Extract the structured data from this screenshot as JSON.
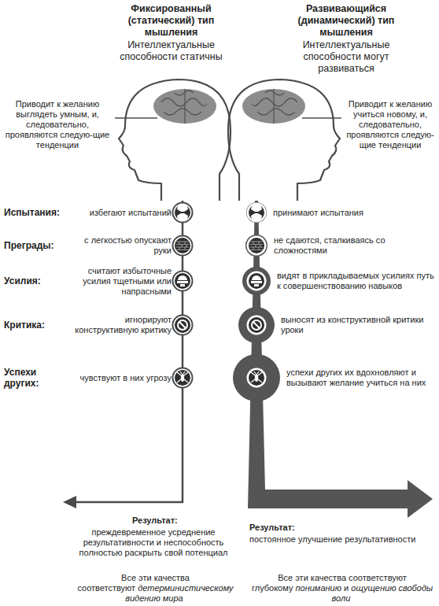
{
  "diagram": {
    "labels": [
      "Фиксированный (статический) тип мышления",
      "Интеллектуальные способности статичны",
      "Развивающийся (динамический) тип мышления",
      "Интеллектуальные способности могут развиваться",
      "Приводит к желанию выглядеть умным, и, следовательно, проявляются следую-щие тенденции",
      "Приводит к желанию учиться новому, и, следовательно, проявляются следую-щие тенденции",
      "Испытания:",
      "избегают испытаний",
      "принимают испытания",
      "Преграды:",
      "с легкостью опускают руки",
      "не сдаются, сталкиваясь со сложностями",
      "Усилия:",
      "считают избыточные усилия тщетными или напрасными",
      "видят в прикладываемых усилиях путь к совершенствованию навыков",
      "Критика:",
      "игнорируют конструктивную критику",
      "выносят из конструктивной критики уроки",
      "Успехи других:",
      "чувствуют в них угрозу",
      "успехи других их вдохновляют и вызывают желание учиться на них",
      "Результат:",
      "преждевременное усреднение результативности и неспособность полностью раскрыть свой потенциал",
      "Результат:",
      "постоянное улучшение результативности",
      "Все эти качества соответствуют",
      "детерминистическому видению мира",
      "Все эти качества соответствуют глубокому",
      "пониманию",
      "и",
      "ощущению свободы воли"
    ]
  }
}
